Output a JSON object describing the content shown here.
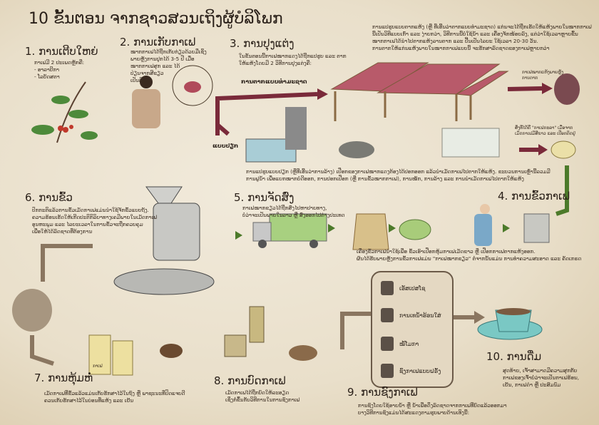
{
  "title": "10 ຂັ້ນຕອນ ຈາກຊາວສວນເຖິງຜູ້ບໍລິໂພກ",
  "steps": {
    "s1": {
      "heading": "1. ການເຕີບໃຫຍ່",
      "lines": [
        "ກາເຟມີ 2 ປະເພດຫຼັກຄື:",
        "- ອາລາບີກາ",
        "- ໂລບັດສຕາ"
      ]
    },
    "s2": {
      "heading": "2. ການເກັບກາເຟ",
      "lines": [
        "ໝາກກາເຟໄດ້ຖືກເກັບກ່ຽວດ້ວຍມືເຊິ່ງ",
        "ພາຍຫຼັງການປູກໄດ້ 3-5 ປີ ເມື່ອ",
        "ໝາກກາເຟສຸກ ແລະ ໄດ້",
        "ປ່ຽນຈາກສີຂຽວ",
        "ເປັນສີແດງ"
      ]
    },
    "s3": {
      "heading": "3. ການປຸງແຕ່ງ",
      "lines": [
        "ໃນຂັ້ນຕອນນີ້ກາເຟໝາກແດງໄດ້ຖືກແປຮູບ ແລະ ຕາກ",
        "ໃຫ້ແຫ້ງໂດຍມີ 2 ວິທີການປຸງແຕ່ງຄື:"
      ],
      "dry_label": "ການຕາກແບບທຳມະຊາດ",
      "wet_label": "ແບບປຽກ"
    },
    "dry_text": [
      "ການແປຮູບແບບຕາກແຫ້ງ (ຫຼື ທີ່ເອີ້ນວ່າຕາກແບບທຳມະຊາດ) ແກ່ນຈະໄດ້ຖືກເຮັດໃຫ້ແຫ້ງພາຍໃນໝາກກາເຟ",
      "ນີ້ເປັນວິທີແບບເກົ່າ ແລະ ງ່າຍກວ່າ, ວິທີການນີ້ບໍ່ໃຊ້ນ້ຳ ແລະ ເຄື່ອງຈັກໜ້ອຍລົງ, ແຕ່ວ່າໃຊ້ເວລາຫຼາຍຂຶ້ນ",
      "ໝາກກາເຟໄດ້ນຳໄປຕາກແຫ້ງລານຕາກ ແລະ ປີ້ນເປັນໄລຍະ ໃຊ້ເວລາ 20-30 ວັນ.",
      "ການຕາກໃຫ້ແກ່ນແຫ້ງພາຍໃນໝາກກາເຟແບບນີ້ ຈະຮັກສາລົດຊາດຂອງກາເຟຫຼາຍກວ່າ"
    ],
    "dry_result": [
      "ກາເຟໝາກແຫ້ງພາຍຫຼັງ",
      "ການຕາກ"
    ],
    "wet_text": [
      "ການແປຮູບແບບປຽກ (ຫຼືທີ່ເອີ້ນວ່າການລ້າງ) ເປືອກຂອງກາເຟໝາກແດງຕ້ອງໄດ້ປອກອອກ ແລ້ວນຳເມັດກາເຟໄປຕາກໃຫ້ແຫ້ງ. ຂະບວນການເຫຼົ່ານີ້ລວມມີ",
      "ການຟູນ້ຳ ເພື່ອແຍກໝາກບໍ່ດີອອກ, ການປອກເປືອກ (ຫຼື ການຂົ້ວໝາກກາເຟ), ການໝັກ, ການລ້າງ ແລະ ການນຳເມັດກາເຟໄປຕາກໃຫ້ແຫ້ງ"
    ],
    "wet_result": [
      "ສິ່ງທີ່ໄດ້ຄື \"ກາເຟກະລາ\" ເມື່ອຈາກ",
      "ເມັດກາເຟມີສີຂາວ ແລະ ເປືອກຕິດຢູ່"
    ],
    "s4": {
      "heading": "4. ການຂົ້ວກາເຟ",
      "lines": [
        "ເຄື່ອງຂົ້ວກາເຟນຳໃຊ້ເພື່ອ ຂົ້ວເອົາເປືອກຫຸ້ມກາເຟເມັດຂາວ ຫຼື ເປືອກກາເຟຕາກແຫ້ງອອກ.",
        "ຜົນໄດ້ຮັບພາຍຫຼັງການຂົ້ວກາເຟແມ່ນ \"ກາເຟໝາກຂຽວ\" ຕໍ່ຈາກນັ້ນແມ່ນ ການທຳຄວາມສະອາດ ແລະ ຄັດເກຣດ"
      ]
    },
    "s5": {
      "heading": "5. ການຈັດສົ່ງ",
      "lines": [
        "ກາເຟໝາກຂຽວໄດ້ຖືກສົ່ງໄປຫາປາຍທາງ,",
        "ບໍ່ວ່າຈະເປັນພາຍໃນລາວ ຫຼື ສົ່ງອອກໄປຕ່າງປະເທດ"
      ]
    },
    "s6": {
      "heading": "6. ການຂົ້ວ",
      "lines": [
        "ປົກກະຕິແລ້ວການຂົ້ວເມັດກາເຟແມ່ນນຳໃຊ້ຈັກຂົ້ວແບບຖັງ.",
        "ຄວາມຮ້ອນເຮັດໃຫ້ເກີດປະຕິກິລິຍາທາງເຄມີພາຍໃນເມັດກາເຟ",
        "ອຸນຫະພູມ ແລະ ໄລຍະເວລາໃນການຂົ້ວຈະຖືກຄວບຄຸມ",
        "ເພື່ອໃຫ້ໄດ້ລົດຊາດທີ່ຕ້ອງການ"
      ]
    },
    "s7": {
      "heading": "7. ການຫຸ້ມຫໍ່",
      "lines": [
        "ເມັດກາເຟທີ່ຂົ້ວແລ້ວແມ່ນເກັບຮັກສາໄວ້ໃນຖົງ ຫຼື ພາຊະນະທີ່ປິດແຈບດີ",
        "ຄວນເກັບຮັກສາໄວ້ໃນບ່ອນທີ່ແຫ້ງ ແລະ ເຢັນ"
      ],
      "bag_label": "ກາເຟ"
    },
    "s8": {
      "heading": "8. ການບົດກາເຟ",
      "lines": [
        "ເມັດກາເຟໄດ້ຖືກບົດໃຫ້ລະອຽດ",
        "ເຊິ່ງກໍ່ຂຶ້ນກັບວິທີການໃນການຊົງກາເຟ"
      ]
    },
    "s9": {
      "heading": "9. ການຊົງກາເຟ",
      "lines": [
        "ການຊົງໂດຍໃຊ້ອາຍນ້ຳ ຫຼື ນ້ຳເພື່ອດຶງລົດຊາດຈາກກາເຟທີ່ບົດແລ້ວອອກມາ",
        "ບາງວິທີການຊົງແມ່ນໄດ້ສະແດງຕາມຮູບພາບດ້ານເທິງນີ້:"
      ],
      "methods": [
        {
          "label": "ເອັສເປສໂຊ",
          "icon": "espresso-machine-icon"
        },
        {
          "label": "ການເທນ້ຳຮ້ອນໃສ່",
          "icon": "pour-over-icon"
        },
        {
          "label": "ໝໍ້ໂມກາ",
          "icon": "moka-pot-icon"
        },
        {
          "label": "ຊົງກາເຟແບບຝຣັ່ງ",
          "icon": "french-press-icon"
        }
      ]
    },
    "s10": {
      "heading": "10. ການດື່ມ",
      "lines": [
        "ສຸດທ້າຍ, ເຈົ້າສາມາດມີຄວາມສຸກກັບ",
        "ກາເຟຂອງເຈົ້າບໍ່ວ່າຈະເປັນກາເຟຮ້ອນ,",
        "ເຢັນ, ກາເຟດຳ ຫຼື ປະສົມນົມ"
      ]
    }
  },
  "colors": {
    "arrow_red": "#7a2a3a",
    "arrow_green": "#4c7a2a",
    "arrow_brown": "#8a7660",
    "cup": "#6fc0bf",
    "cherry": "#b04a5a"
  }
}
